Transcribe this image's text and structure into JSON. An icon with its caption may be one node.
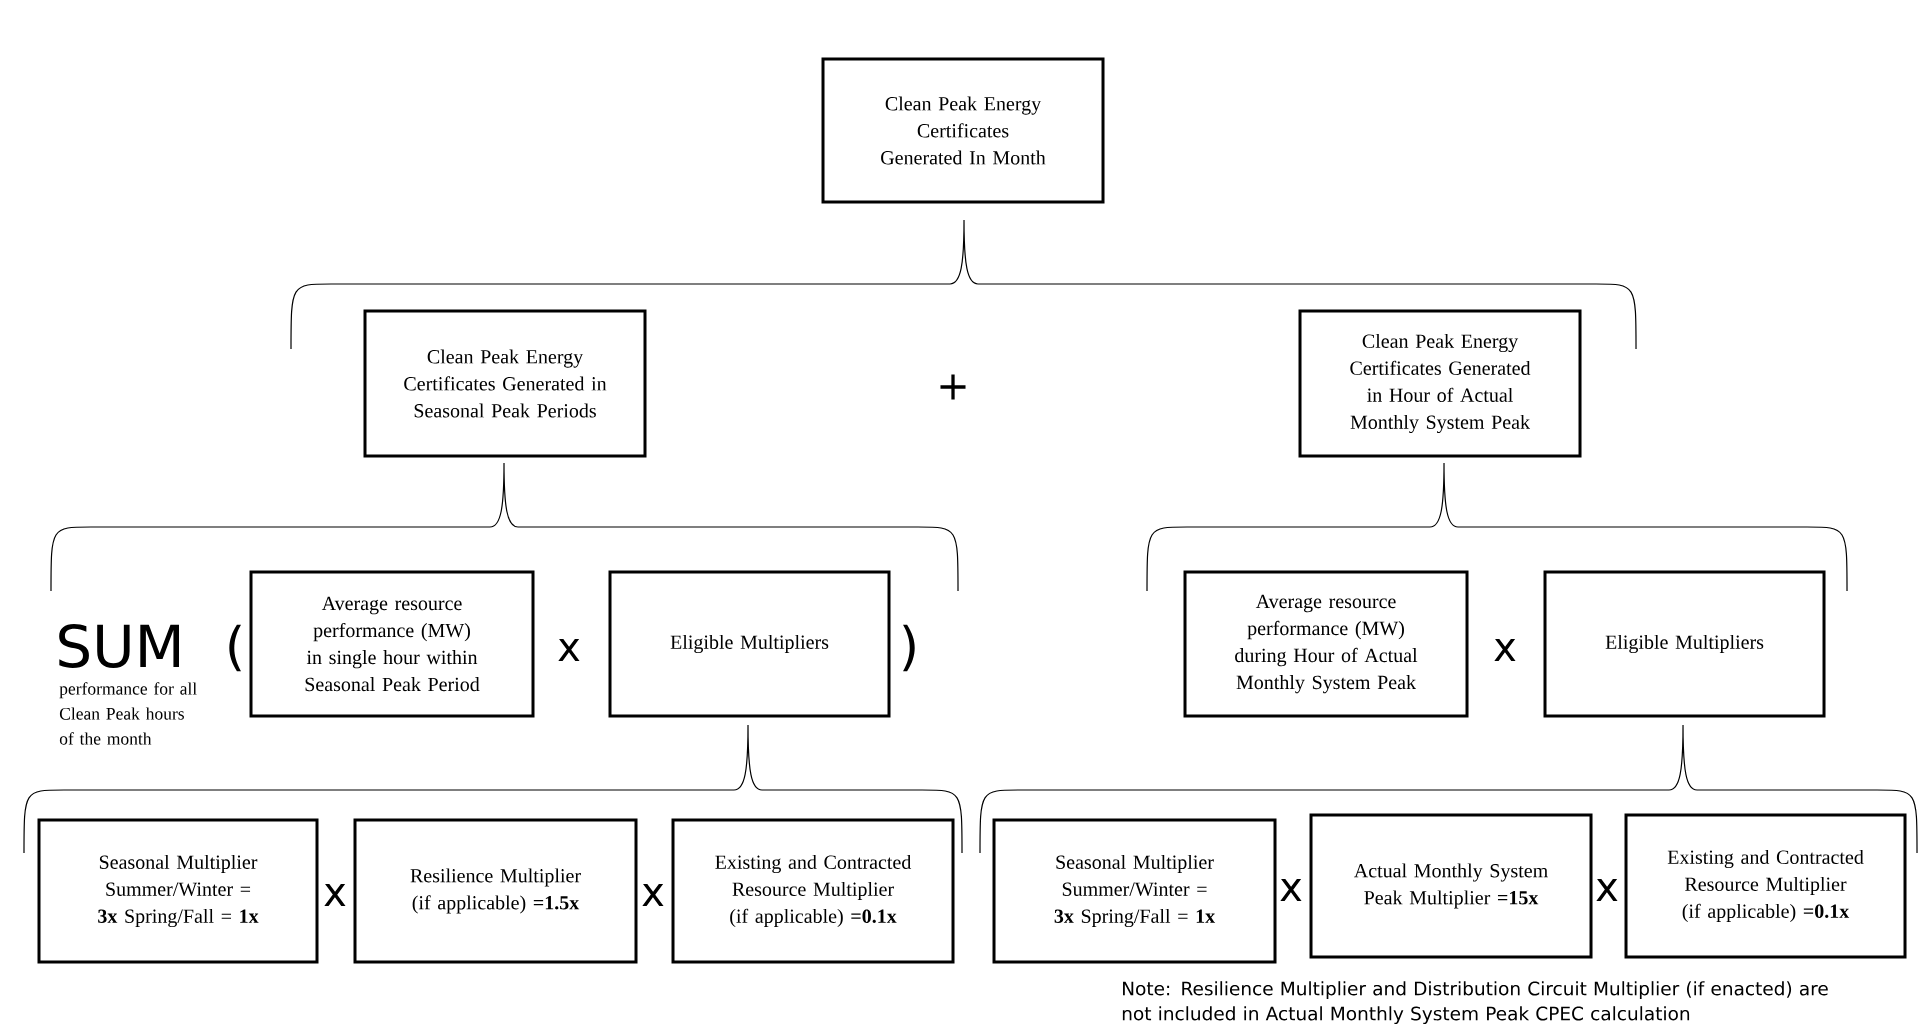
{
  "diagram": {
    "nodes": [
      {
        "text": [
          "Clean Peak Energy Certificates Generated In Month"
        ]
      },
      {
        "text": [
          "Clean Peak Energy Certificates Generated in Seasonal Peak Periods"
        ]
      },
      {
        "text": [
          "Clean Peak Energy Certificates Generated in Hour of Actual Monthly System Peak"
        ]
      },
      {
        "text": [
          "Average resource performance (MW) in single hour within Seasonal Peak Period"
        ]
      },
      {
        "text": [
          "Eligible Multipliers"
        ]
      },
      {
        "text": [
          "Average resource performance (MW) during Hour of Actual Monthly System Peak"
        ]
      },
      {
        "text": [
          "Eligible Multipliers"
        ]
      },
      {
        "text": [
          "Seasonal Multiplier Summer/Winter = **3x** Spring/Fall = **1x**"
        ]
      },
      {
        "text": [
          "Resilience Multiplier (if applicable) **=1.5x**"
        ]
      },
      {
        "text": [
          "Existing and Contracted Resource Multiplier (if applicable) **=0.1x**"
        ]
      },
      {
        "text": [
          "Seasonal Multiplier Summer/Winter = **3x** Spring/Fall = **1x**"
        ]
      },
      {
        "text": [
          "Actual Monthly System Peak Multiplier **=15x**"
        ]
      },
      {
        "text": [
          "Existing and Contracted Resource Multiplier (if applicable) **=0.1x**"
        ]
      }
    ],
    "edges": [],
    "labels": [
      "+",
      "SUM",
      "(",
      "x",
      ")",
      "x",
      "performance for all Clean Peak hours of the month",
      "x",
      "x",
      "x",
      "x",
      "Note: Resilience Multiplier and Distribution Circuit Multiplier (if enacted) are not included in Actual Monthly System Peak CPEC calculation"
    ]
  }
}
